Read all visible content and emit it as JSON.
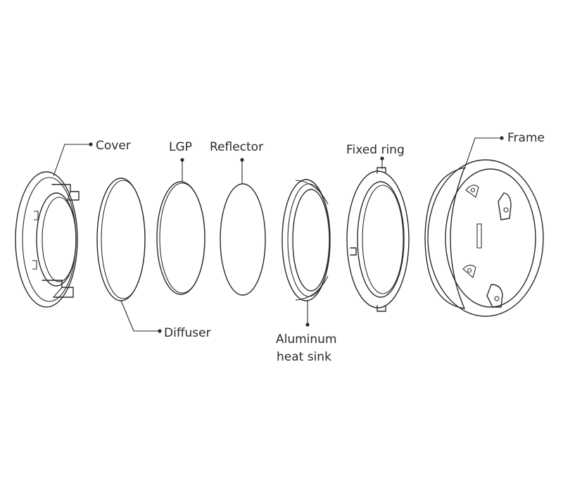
{
  "labels": {
    "cover": "Cover",
    "diffuser": "Diffuser",
    "lgp": "LGP",
    "reflector": "Reflector",
    "aluminum_line1": "Aluminum",
    "aluminum_line2": "heat sink",
    "fixed_ring": "Fixed ring",
    "frame": "Frame"
  }
}
